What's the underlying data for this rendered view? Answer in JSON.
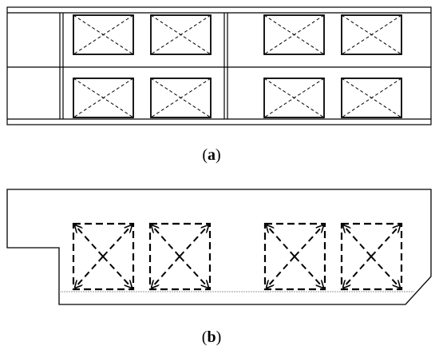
{
  "panels": [
    {
      "id": "a",
      "caption_open": "(",
      "caption_letter": "a",
      "caption_close": ")",
      "room_count": 8
    },
    {
      "id": "b",
      "caption_open": "(",
      "caption_letter": "b",
      "caption_close": ")",
      "room_count": 4
    }
  ],
  "colors": {
    "stroke": "#000000",
    "background": "#ffffff",
    "floor_line": "#999999"
  },
  "icons": {
    "panel_a_cell": "dashed-box-with-x-icon",
    "panel_b_cell": "dashed-box-with-arrowed-x-icon"
  }
}
